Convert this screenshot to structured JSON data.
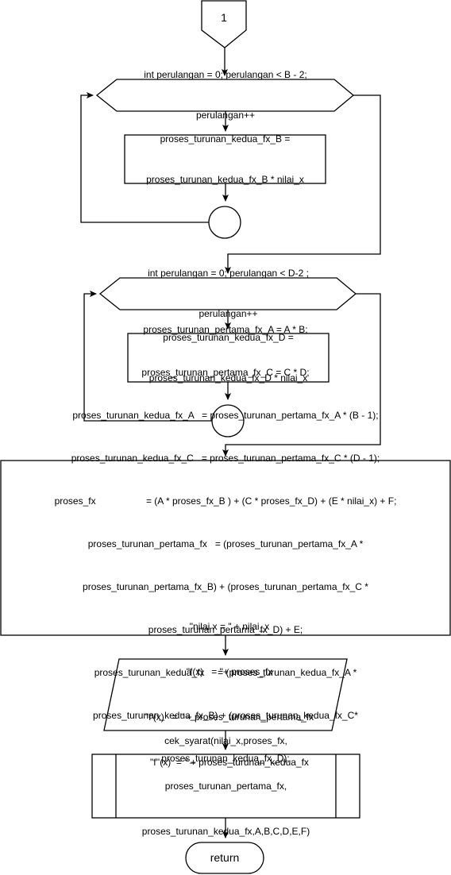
{
  "connector_label": "1",
  "loop_1": {
    "header": [
      "int perulangan = 0; perulangan < B - 2;",
      "perulangan++"
    ],
    "body": [
      "proses_turunan_kedua_fx_B =",
      "proses_turunan_kedua_fx_B * nilai_x"
    ]
  },
  "loop_2": {
    "header": [
      "int perulangan = 0; perulangan < D-2 ;",
      "perulangan++"
    ],
    "body": [
      "proses_turunan_kedua_fx_D =",
      "proses_turunan_kedua_fx_D * nilai_x"
    ]
  },
  "compute_block": [
    "proses_turunan_pertama_fx_A = A * B;",
    "proses_turunan_pertama_fx_C = C * D;",
    "proses_turunan_kedua_fx_A   = proses_turunan_pertama_fx_A * (B - 1);",
    "proses_turunan_kedua_fx_C   = proses_turunan_pertama_fx_C * (D - 1);",
    "proses_fx                   = (A * proses_fx_B ) + (C * proses_fx_D) + (E * nilai_x) + F;",
    "proses_turunan_pertama_fx   = (proses_turunan_pertama_fx_A *",
    "proses_turunan_pertama_fx_B) + (proses_turunan_pertama_fx_C *",
    "proses_turunan_pertama_fx_D) + E;",
    "proses_turunan_kedua_fx     = (proses_turunan_kedua_fx_A *",
    "proses_turunan_kedua_fx_B) + (proses_turunan_kedua_fx_C*",
    "proses_turunan_kedua_fx_D);"
  ],
  "output": [
    "\"nilai x = \" + nilai_x",
    "\"f(x)   = \"+ proses_fx",
    "\"f'(x)   = \" + proses_turunan_pertama_fx",
    "\"f''(x)  = \" + proses_turunan_kedua_fx"
  ],
  "subprocess": [
    "cek_syarat(nilai_x,proses_fx,",
    "proses_turunan_pertama_fx,",
    "proses_turunan_kedua_fx,A,B,C,D,E,F)"
  ],
  "terminator": "return"
}
